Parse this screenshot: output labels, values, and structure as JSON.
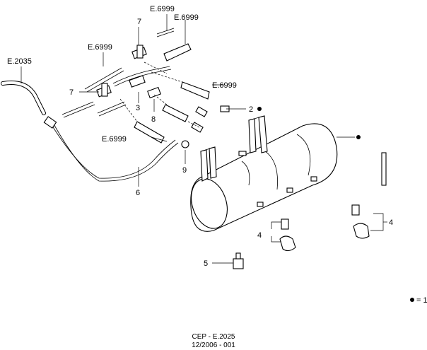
{
  "callouts": {
    "e6999_a": "E.6999",
    "e6999_b": "E.6999",
    "e6999_c": "E.6999",
    "e6999_d": "E.6999",
    "e6999_e": "E.6999",
    "e2035": "E.2035",
    "n7_top": "7",
    "n7_left": "7",
    "n3": "3",
    "n8": "8",
    "n2": "2",
    "n9": "9",
    "n6": "6",
    "n4_left": "4",
    "n4_right": "4",
    "n5": "5"
  },
  "legend": {
    "text": "= 1"
  },
  "footer": {
    "line1": "CEP - E.2025",
    "line2": "12/2006 - 001"
  }
}
